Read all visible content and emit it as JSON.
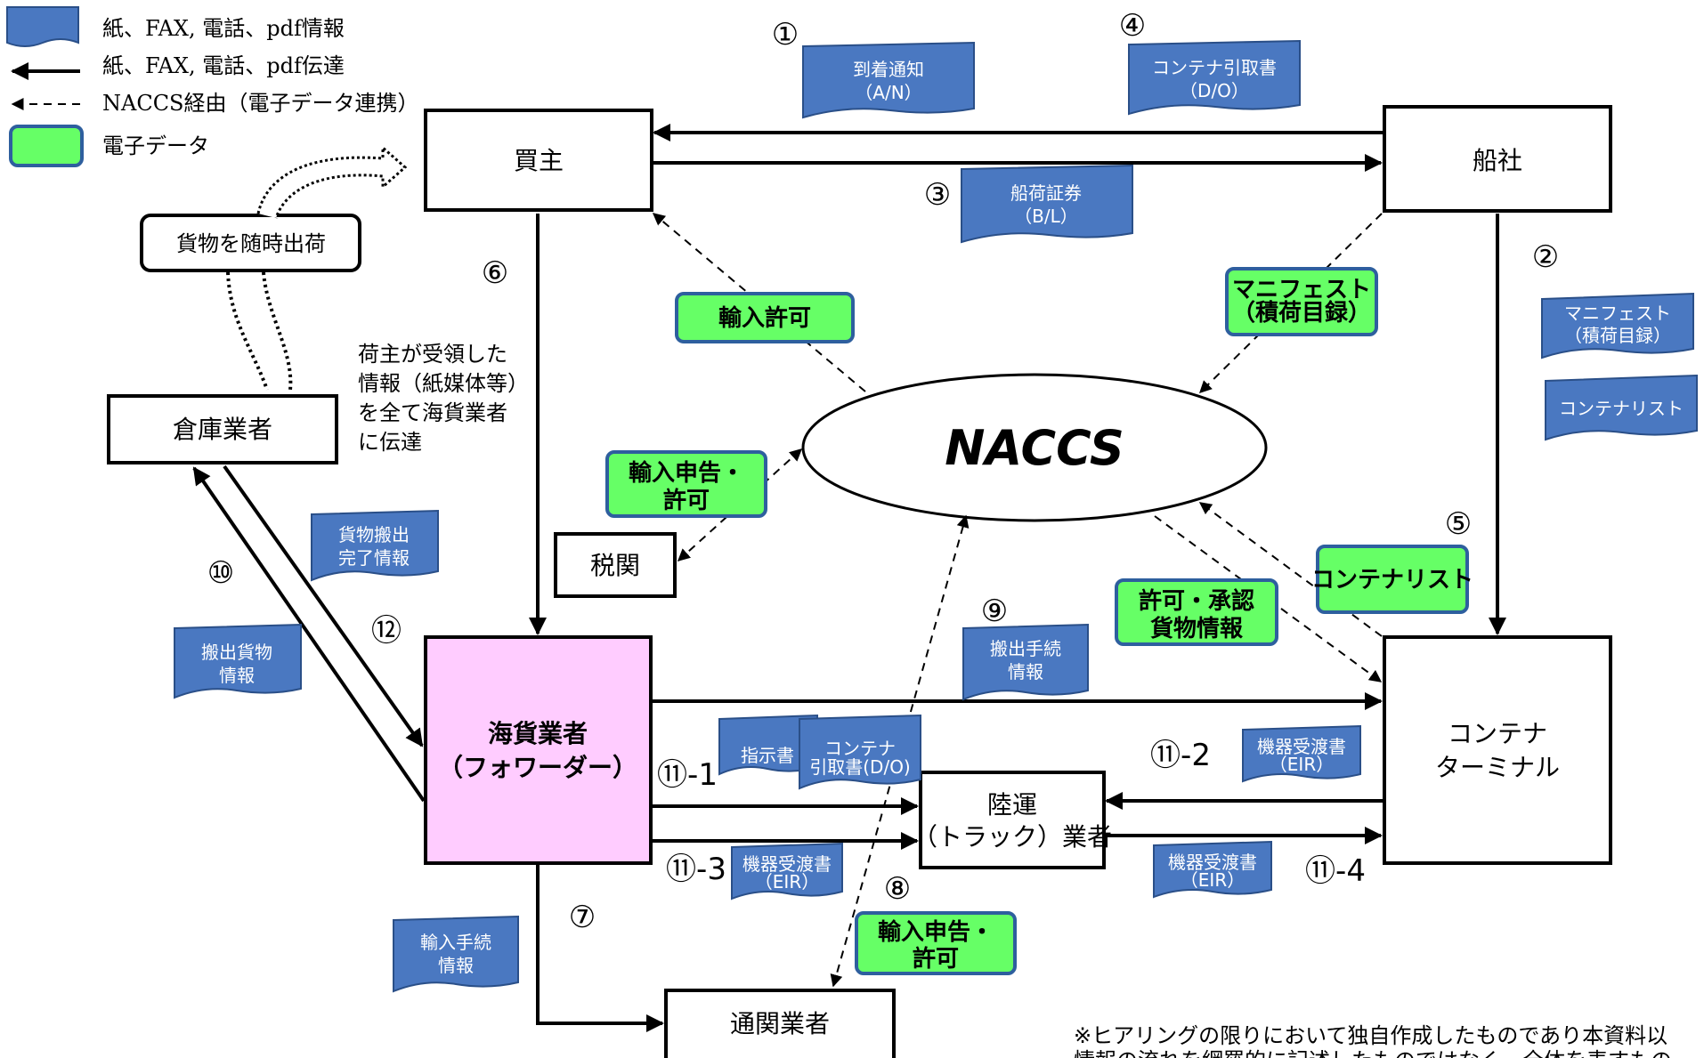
{
  "legend": {
    "paper": "紙、FAX, 電話、pdf情報",
    "arrow": "紙、FAX, 電話、pdf伝達",
    "dashed": "NACCS経由（電子データ連携）",
    "electronic": "電子データ"
  },
  "nodes": {
    "buyer": "買主",
    "shipping_line": "船社",
    "naccs": "NACCS",
    "warehouse": "倉庫業者",
    "customs": "税関",
    "forwarder_line1": "海貨業者",
    "forwarder_line2": "（フォワーダー）",
    "container_terminal_line1": "コンテナ",
    "container_terminal_line2": "ターミナル",
    "trucker_line1": "陸運",
    "trucker_line2": "（トラック）業者",
    "customs_broker": "通関業者",
    "cargo_shipping": "貨物を随時出荷"
  },
  "notes": {
    "shipper_note": [
      "荷主が受領した",
      "情報（紙媒体等）",
      "を全て海貨業者",
      "に伝達"
    ],
    "footer": [
      "※ヒアリングの限りにおいて独自作成したものであり本資料以",
      "情報の流れを網羅的に記述したものではなく、全体を表すもの"
    ]
  },
  "step_numbers": {
    "s1": "①",
    "s2": "②",
    "s3": "③",
    "s4": "④",
    "s5": "⑤",
    "s6": "⑥",
    "s7": "⑦",
    "s8": "⑧",
    "s9": "⑨",
    "s10": "⑩",
    "s12": "⑫",
    "s11_1": "⑪-1",
    "s11_2": "⑪-2",
    "s11_3": "⑪-3",
    "s11_4": "⑪-4"
  },
  "documents": {
    "arrival_notice": [
      "到着通知",
      "（A/N）"
    ],
    "delivery_order": [
      "コンテナ引取書",
      "（D/O）"
    ],
    "bill_of_lading": [
      "船荷証券",
      "（B/L）"
    ],
    "manifest": [
      "マニフェスト",
      "（積荷目録）"
    ],
    "container_list": [
      "コンテナリスト"
    ],
    "cargo_out_done": [
      "貨物搬出",
      "完了情報"
    ],
    "cargo_out_info": [
      "搬出貨物",
      "情報"
    ],
    "out_procedure": [
      "搬出手続",
      "情報"
    ],
    "instruction": [
      "指示書"
    ],
    "do_small": [
      "コンテナ",
      "引取書(D/O)"
    ],
    "eir_a": [
      "機器受渡書",
      "（EIR）"
    ],
    "eir_b": [
      "機器受渡書",
      "（EIR）"
    ],
    "eir_c": [
      "機器受渡書",
      "（EIR）"
    ],
    "import_procedure": [
      "輸入手続",
      "情報"
    ]
  },
  "electronic": {
    "import_permit": [
      "輸入許可"
    ],
    "manifest": [
      "マニフェスト",
      "（積荷目録）"
    ],
    "declaration_customs": [
      "輸入申告・",
      "許可"
    ],
    "container_list": [
      "コンテナリスト"
    ],
    "permit_cargo": [
      "許可・承認",
      "貨物情報"
    ],
    "declaration_broker": [
      "輸入申告・",
      "許可"
    ]
  },
  "colors": {
    "document": "#4a78c1",
    "electronic": "#66ff66",
    "forwarder": "#ffccff"
  }
}
